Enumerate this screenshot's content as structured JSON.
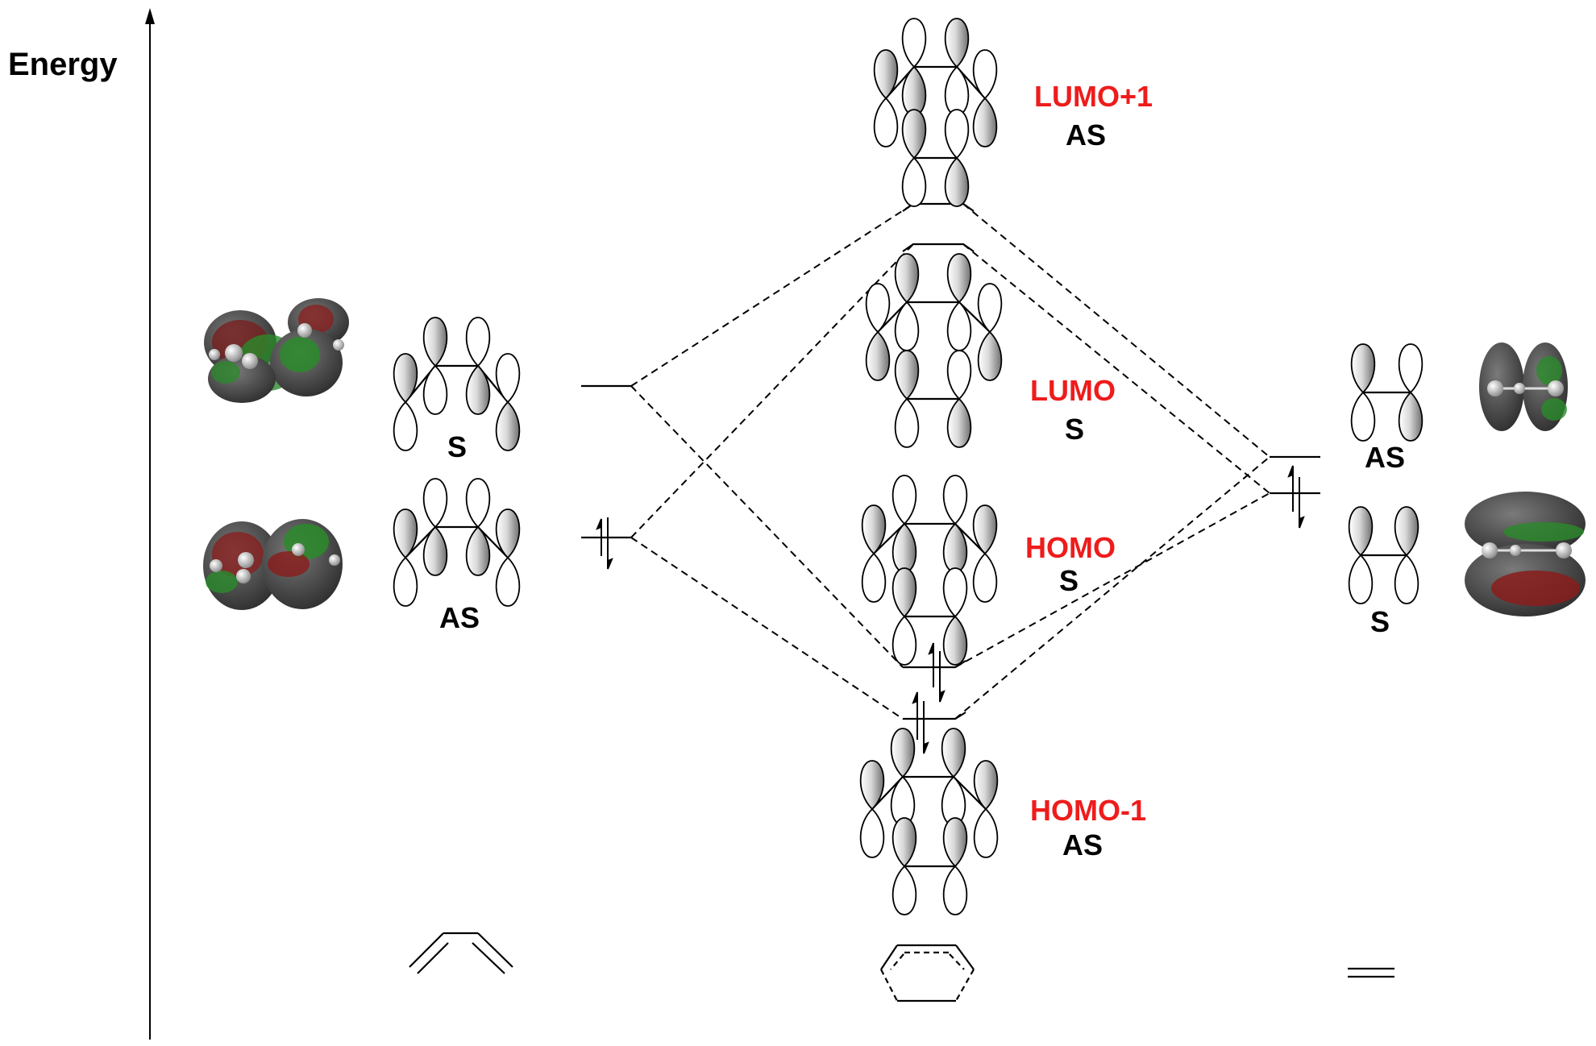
{
  "axis": {
    "label": "Energy"
  },
  "labels": {
    "butadiene_upper": "S",
    "butadiene_lower": "AS",
    "ethylene_upper": "AS",
    "ethylene_lower": "S",
    "lumo1_name": "LUMO+1",
    "lumo1_sym": "AS",
    "lumo_name": "LUMO",
    "lumo_sym": "S",
    "homo_name": "HOMO",
    "homo_sym": "S",
    "homo1_name": "HOMO-1",
    "homo1_sym": "AS"
  },
  "colors": {
    "line": "#000000",
    "highlight": "#ee1c1c",
    "lobe": "#b8b8b8",
    "surface_dark": "#555555",
    "surface_green": "#2f9a2f",
    "surface_red": "#8a1c1c"
  },
  "molecules": [
    "butadiene-skeleton",
    "cyclohexadiene-transition-state",
    "ethylene-skeleton"
  ]
}
